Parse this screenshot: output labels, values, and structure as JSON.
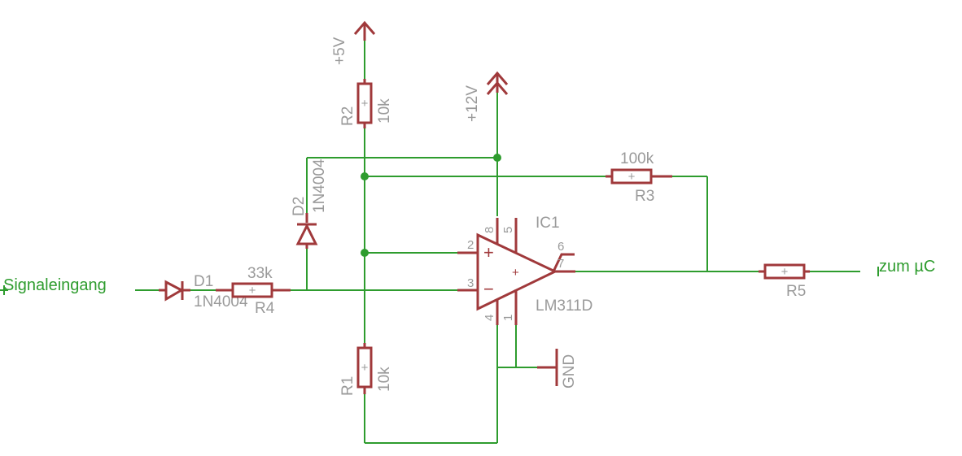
{
  "nets": {
    "input": "Signaleingang",
    "output": "zum µC",
    "vcc5": "+5V",
    "vcc12": "+12V",
    "gnd": "GND"
  },
  "components": {
    "d1": {
      "name": "D1",
      "value": "1N4004"
    },
    "d2": {
      "name": "D2",
      "value": "1N4004"
    },
    "r1": {
      "name": "R1",
      "value": "10k"
    },
    "r2": {
      "name": "R2",
      "value": "10k"
    },
    "r3": {
      "name": "R3",
      "value": "100k"
    },
    "r4": {
      "name": "R4",
      "value": "33k"
    },
    "r5": {
      "name": "R5"
    },
    "ic1": {
      "name": "IC1",
      "value": "LM311D",
      "pins": {
        "p1": "1",
        "p2": "2",
        "p3": "3",
        "p4": "4",
        "p5": "5",
        "p6": "6",
        "p7": "7",
        "p8": "8"
      }
    }
  },
  "symbols": {
    "plus": "+",
    "minus": "−"
  }
}
